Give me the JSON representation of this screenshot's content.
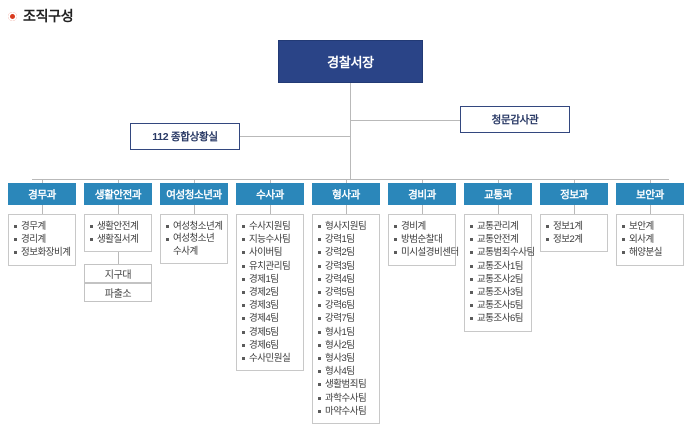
{
  "page": {
    "title": "조직구성",
    "bullet_icon": "dot-bullet-icon",
    "colors": {
      "root_box": "#2a4487",
      "department_box": "#2b87ba",
      "staff_box_border": "#33477f",
      "panel_border": "#c8c8c8",
      "connector": "#b9b9b9",
      "title_bullet": "#d93a1e"
    }
  },
  "chart_data": {
    "type": "diagram",
    "title": "조직구성",
    "root": "경찰서장",
    "staff_units": [
      {
        "name": "112 종합상황실",
        "side": "left"
      },
      {
        "name": "청문감사관",
        "side": "right"
      }
    ],
    "departments": [
      {
        "name": "경무과",
        "items": [
          "경무계",
          "경리계",
          "정보화장비계"
        ],
        "sub_boxes": []
      },
      {
        "name": "생활안전과",
        "items": [
          "생활안전계",
          "생활질서계"
        ],
        "sub_boxes": [
          "지구대",
          "파출소"
        ]
      },
      {
        "name": "여성청소년과",
        "items": [
          "여성청소년계",
          "여성청소년 수사계"
        ],
        "sub_boxes": []
      },
      {
        "name": "수사과",
        "items": [
          "수사지원팀",
          "지능수사팀",
          "사이버팀",
          "유치관리팀",
          "경제1팀",
          "경제2팀",
          "경제3팀",
          "경제4팀",
          "경제5팀",
          "경제6팀",
          "수사민원실"
        ],
        "sub_boxes": []
      },
      {
        "name": "형사과",
        "items": [
          "형사지원팀",
          "강력1팀",
          "강력2팀",
          "강력3팀",
          "강력4팀",
          "강력5팀",
          "강력6팀",
          "강력7팀",
          "형사1팀",
          "형사2팀",
          "형사3팀",
          "형사4팀",
          "생활범죄팀",
          "과학수사팀",
          "마약수사팀"
        ],
        "sub_boxes": []
      },
      {
        "name": "경비과",
        "items": [
          "경비계",
          "방범순찰대",
          "미시설경비센터"
        ],
        "sub_boxes": []
      },
      {
        "name": "교통과",
        "items": [
          "교통관리계",
          "교통안전계",
          "교통범죄수사팀",
          "교통조사1팀",
          "교통조사2팀",
          "교통조사3팀",
          "교통조사5팀",
          "교통조사6팀"
        ],
        "sub_boxes": []
      },
      {
        "name": "정보과",
        "items": [
          "정보1계",
          "정보2계"
        ],
        "sub_boxes": []
      },
      {
        "name": "보안과",
        "items": [
          "보안계",
          "외사계",
          "해양분실"
        ],
        "sub_boxes": []
      }
    ]
  }
}
